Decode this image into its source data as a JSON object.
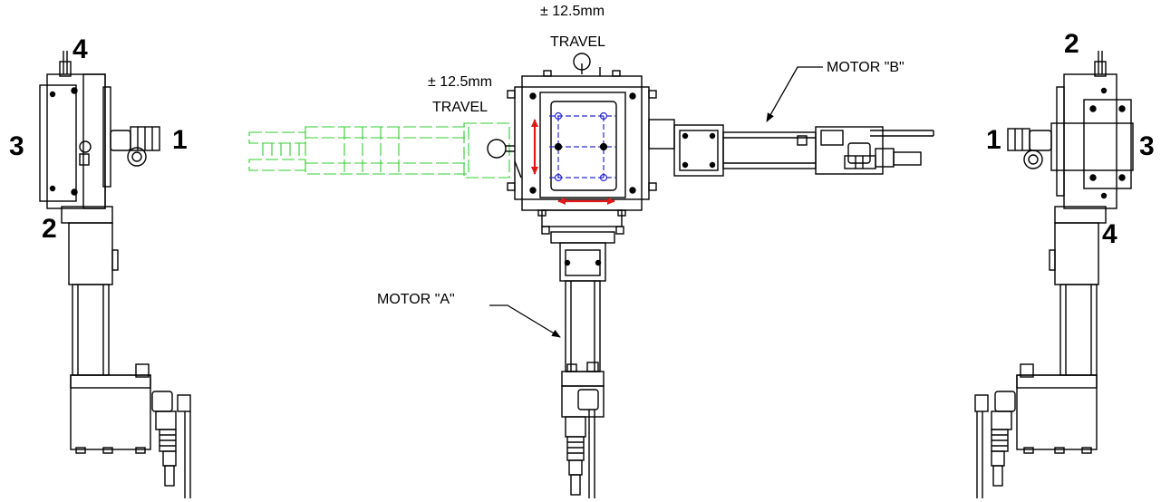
{
  "left_view": {
    "labels": [
      "4",
      "3",
      "1",
      "2"
    ]
  },
  "right_view": {
    "labels": [
      "2",
      "1",
      "3",
      "4"
    ]
  },
  "center_view": {
    "top_travel": {
      "amount": "± 12.5mm",
      "word": "TRAVEL"
    },
    "left_travel": {
      "amount": "± 12.5mm",
      "word": "TRAVEL"
    },
    "motor_a": "MOTOR \"A\"",
    "motor_b": "MOTOR \"B\""
  },
  "colors": {
    "line": "#000000",
    "ghost": "#33cc33",
    "arrow": "#e01818",
    "grid": "#2a2ad0"
  }
}
